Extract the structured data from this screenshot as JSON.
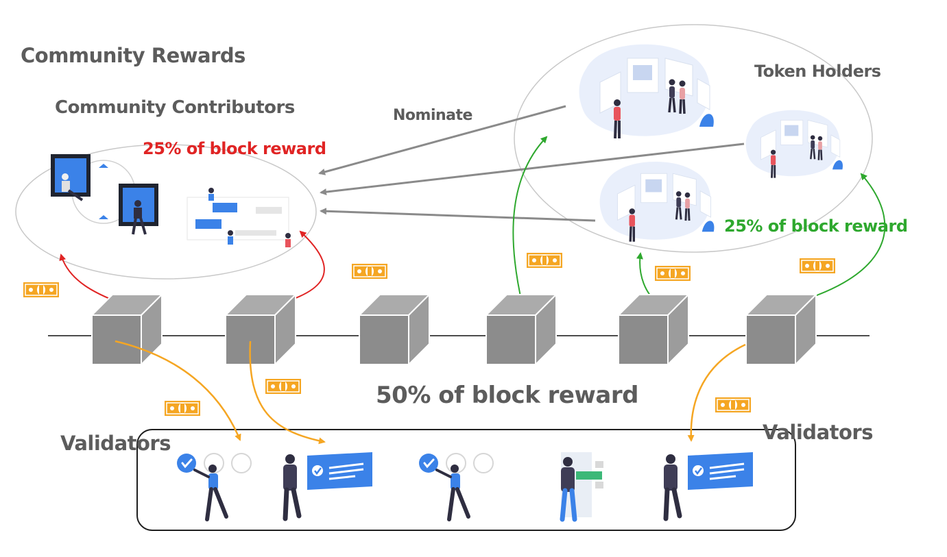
{
  "title": "Community Rewards",
  "community": {
    "label": "Community Contributors",
    "reward": "25% of block reward"
  },
  "nominate_label": "Nominate",
  "token_holders": {
    "label": "Token Holders",
    "reward": "25% of block reward"
  },
  "validators": {
    "reward": "50% of block reward",
    "label_left": "Validators",
    "label_right": "Validators"
  },
  "colors": {
    "community_arrows": "#e02424",
    "holder_arrows": "#2ea82e",
    "validator_arrows": "#f5a623",
    "nominate_arrows": "#8a8a8a",
    "block": "#8c8c8c",
    "money": "#f5a623",
    "accent_blue": "#3b82e8"
  },
  "icons": [
    "money-icon",
    "block-cube-icon",
    "person-illustration",
    "checkbox-icon",
    "id-card-icon"
  ]
}
